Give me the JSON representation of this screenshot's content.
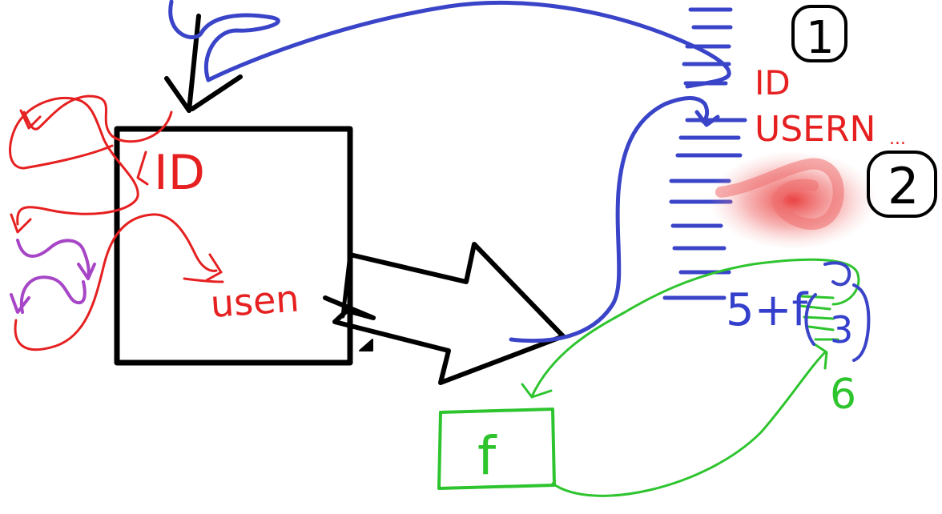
{
  "box": {
    "id_label": "ID",
    "user_label": "usen"
  },
  "list": {
    "marker_1": "1",
    "marker_2": "2",
    "id_label": "ID",
    "user_label": "USERN",
    "ellipsis": "..."
  },
  "formula": {
    "expression": "5+f",
    "arg": "3",
    "result": "6"
  },
  "function_box": {
    "label": "f"
  },
  "colors": {
    "red": "#e62020",
    "blue": "#3a44c8",
    "green": "#2ec42e",
    "purple": "#a646c6",
    "black": "#000000"
  }
}
